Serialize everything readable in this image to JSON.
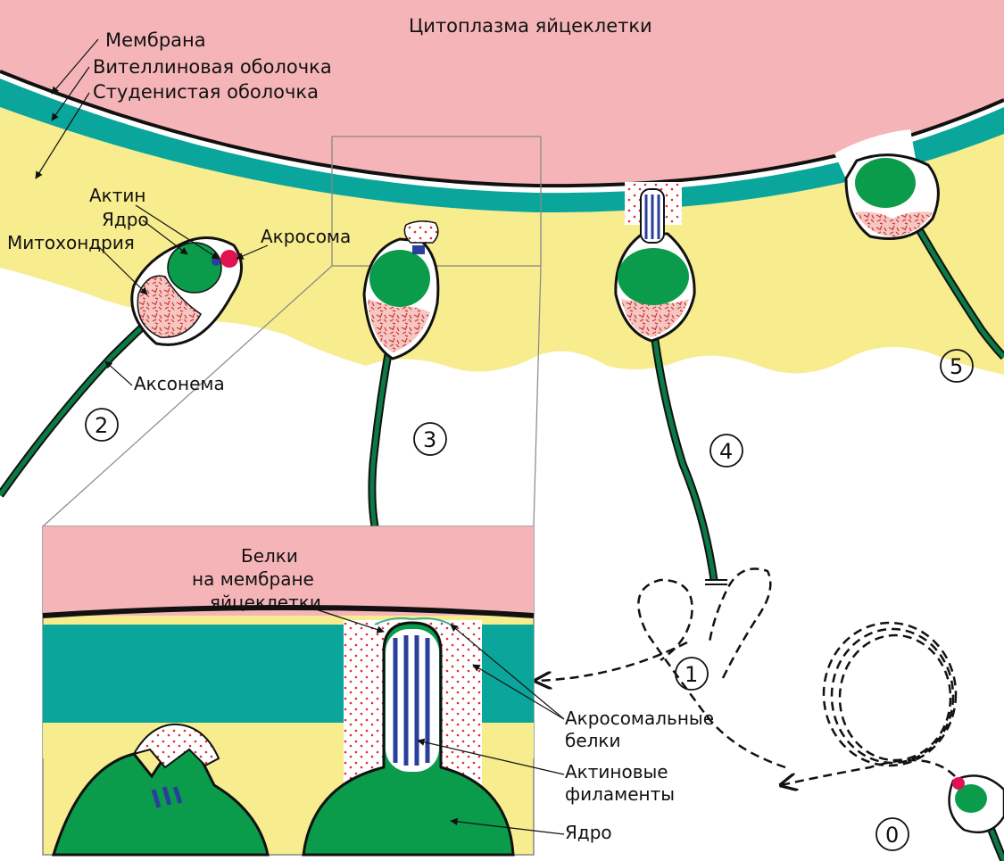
{
  "labels": {
    "cytoplasm": "Цитоплазма яйцеклетки",
    "membrane": "Мембрана",
    "vitelline": "Вителлиновая оболочка",
    "jelly": "Студенистая оболочка",
    "actin": "Актин",
    "nucleus": "Ядро",
    "mitochondria": "Митохондрия",
    "acrosome": "Акросома",
    "axoneme": "Аксонема"
  },
  "inset": {
    "membrane_proteins": [
      "Белки",
      "на мембране",
      "яйцеклетки"
    ],
    "acrosomal_proteins": [
      "Акросомальные",
      "белки"
    ],
    "actin_filaments": [
      "Актиновые",
      "филаменты"
    ],
    "nucleus": "Ядро"
  },
  "stages": [
    "0",
    "1",
    "2",
    "3",
    "4",
    "5"
  ],
  "colors": {
    "cytoplasm": "#f5b5b8",
    "vitelline": "#0aa69b",
    "jelly": "#f7ec8e",
    "nucleus": "#0b9c4b",
    "mitochondria": "#f3c7c2",
    "acrosome": "#e0124f",
    "actin": "#2a3f9c",
    "axoneme": "#0b7a45",
    "outline": "#111111"
  }
}
